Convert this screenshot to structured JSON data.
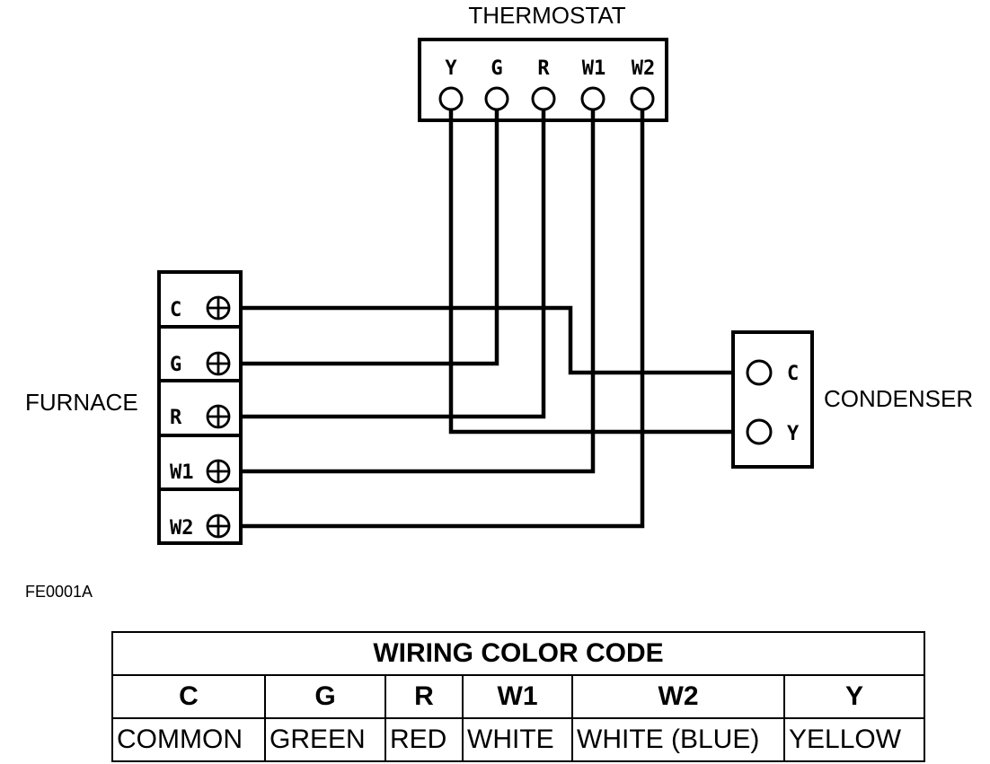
{
  "diagram": {
    "thermostat": {
      "label": "THERMOSTAT",
      "terminals": [
        "Y",
        "G",
        "R",
        "W1",
        "W2"
      ]
    },
    "furnace": {
      "label": "FURNACE",
      "terminals": [
        "C",
        "G",
        "R",
        "W1",
        "W2"
      ]
    },
    "condenser": {
      "label": "CONDENSER",
      "terminals": [
        "C",
        "Y"
      ]
    },
    "figure_code": "FE0001A"
  },
  "table": {
    "title": "WIRING COLOR CODE",
    "columns": [
      {
        "code": "C",
        "color": "COMMON"
      },
      {
        "code": "G",
        "color": "GREEN"
      },
      {
        "code": "R",
        "color": "RED"
      },
      {
        "code": "W1",
        "color": "WHITE"
      },
      {
        "code": "W2",
        "color": "WHITE (BLUE)"
      },
      {
        "code": "Y",
        "color": "YELLOW"
      }
    ]
  }
}
